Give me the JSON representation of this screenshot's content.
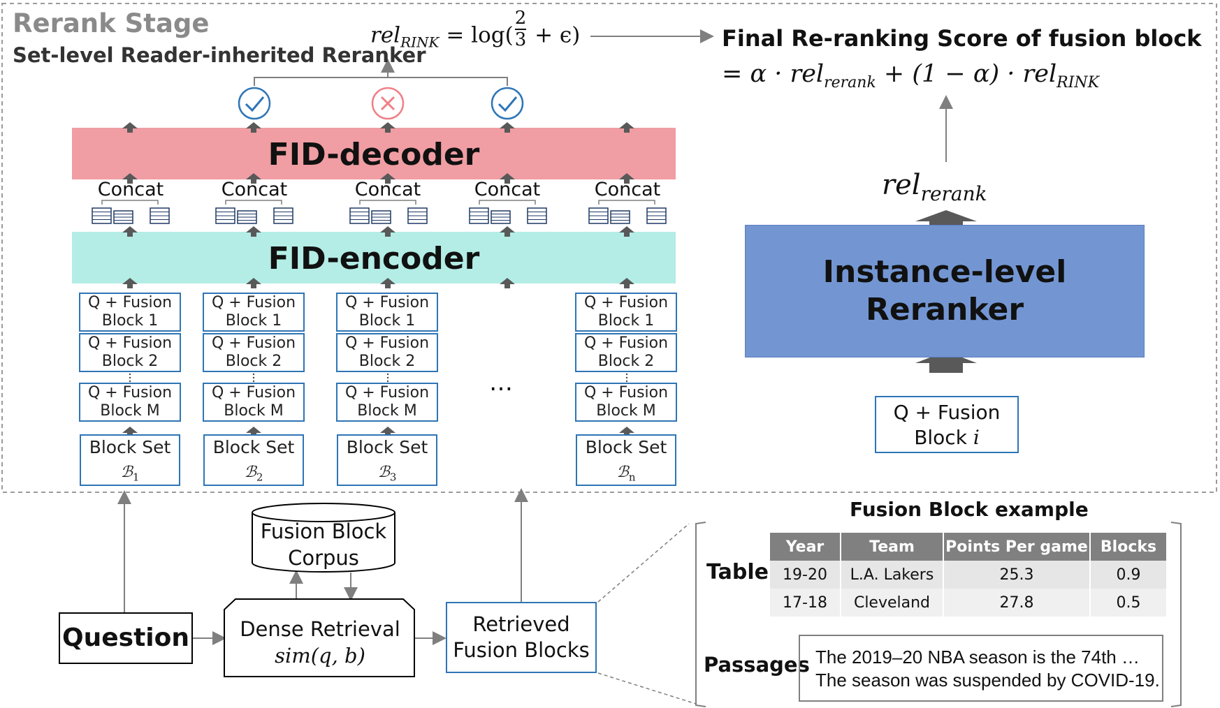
{
  "rerank_stage": {
    "title": "Rerank Stage",
    "subtitle": "Set-level Reader-inherited Reranker",
    "rink_formula_lhs": "rel",
    "rink_formula_sub": "RINK",
    "rink_formula_mid": " = log(",
    "rink_frac_num": "2",
    "rink_frac_den": "3",
    "rink_formula_tail": " + ϵ)",
    "final_title": "Final Re-ranking Score of fusion block",
    "final_eq_part1": "= α · rel",
    "final_eq_sub1": "rerank",
    "final_eq_part2": " + (1 − α) · rel",
    "final_eq_sub2": "RINK",
    "rel_rerank_main": "rel",
    "rel_rerank_sub": "rerank",
    "decoder_label": "FID-decoder",
    "encoder_label": "FID-encoder",
    "concat_label": "Concat",
    "instance_reranker_line1": "Instance-level",
    "instance_reranker_line2": "Reranker",
    "qi_line1": "Q + Fusion",
    "qi_line2": "Block ",
    "qi_var": "i",
    "ellipsis": "…",
    "columns": [
      {
        "blocks": [
          [
            "Q + Fusion",
            "Block 1"
          ],
          [
            "Q + Fusion",
            "Block 2"
          ],
          [
            "Q + Fusion",
            "Block M"
          ]
        ],
        "set_label": "Block Set",
        "set_sub": "1"
      },
      {
        "blocks": [
          [
            "Q + Fusion",
            "Block 1"
          ],
          [
            "Q + Fusion",
            "Block 2"
          ],
          [
            "Q + Fusion",
            "Block M"
          ]
        ],
        "set_label": "Block Set",
        "set_sub": "2"
      },
      {
        "blocks": [
          [
            "Q + Fusion",
            "Block 1"
          ],
          [
            "Q + Fusion",
            "Block 2"
          ],
          [
            "Q + Fusion",
            "Block M"
          ]
        ],
        "set_label": "Block Set",
        "set_sub": "3"
      },
      {
        "blocks": [
          [
            "Q + Fusion",
            "Block 1"
          ],
          [
            "Q + Fusion",
            "Block 2"
          ],
          [
            "Q + Fusion",
            "Block M"
          ]
        ],
        "set_label": "Block Set",
        "set_sub": "n"
      }
    ],
    "set_symbol": "ℬ",
    "decisions": [
      "accept",
      "reject",
      "accept"
    ],
    "colors": {
      "decoder": "#f09ea3",
      "encoder": "#b3ede6",
      "instance": "#7396d3",
      "accept": "#2e75b6",
      "reject": "#f07f86",
      "box_border": "#2e75b6"
    }
  },
  "retrieval": {
    "question": "Question",
    "corpus_line1": "Fusion Block",
    "corpus_line2": "Corpus",
    "dense_line1": "Dense Retrieval",
    "dense_line2": "sim(q, b)",
    "retrieved_line1": "Retrieved",
    "retrieved_line2": "Fusion Blocks"
  },
  "fusion_example": {
    "title": "Fusion Block example",
    "table_label": "Table",
    "passages_label": "Passages",
    "headers": [
      "Year",
      "Team",
      "Points Per game",
      "Blocks"
    ],
    "rows": [
      [
        "19-20",
        "L.A. Lakers",
        "25.3",
        "0.9"
      ],
      [
        "17-18",
        "Cleveland",
        "27.8",
        "0.5"
      ]
    ],
    "passages": [
      "The 2019–20 NBA season is the 74th …",
      "The season was suspended by COVID-19."
    ]
  }
}
